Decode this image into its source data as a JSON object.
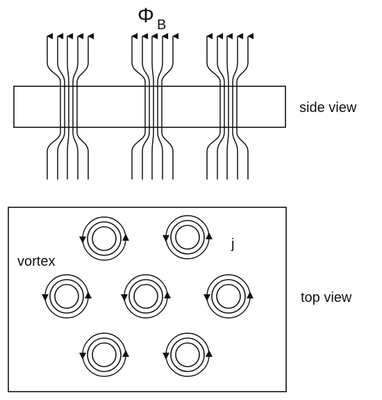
{
  "labels": {
    "flux_symbol": "Φ",
    "flux_subscript": "B",
    "side_view": "side view",
    "top_view": "top view",
    "vortex": "vortex",
    "current": "j"
  },
  "side_view": {
    "flux_bundles": 3,
    "lines_per_bundle": 5
  },
  "top_view": {
    "vortex_count": 7
  }
}
